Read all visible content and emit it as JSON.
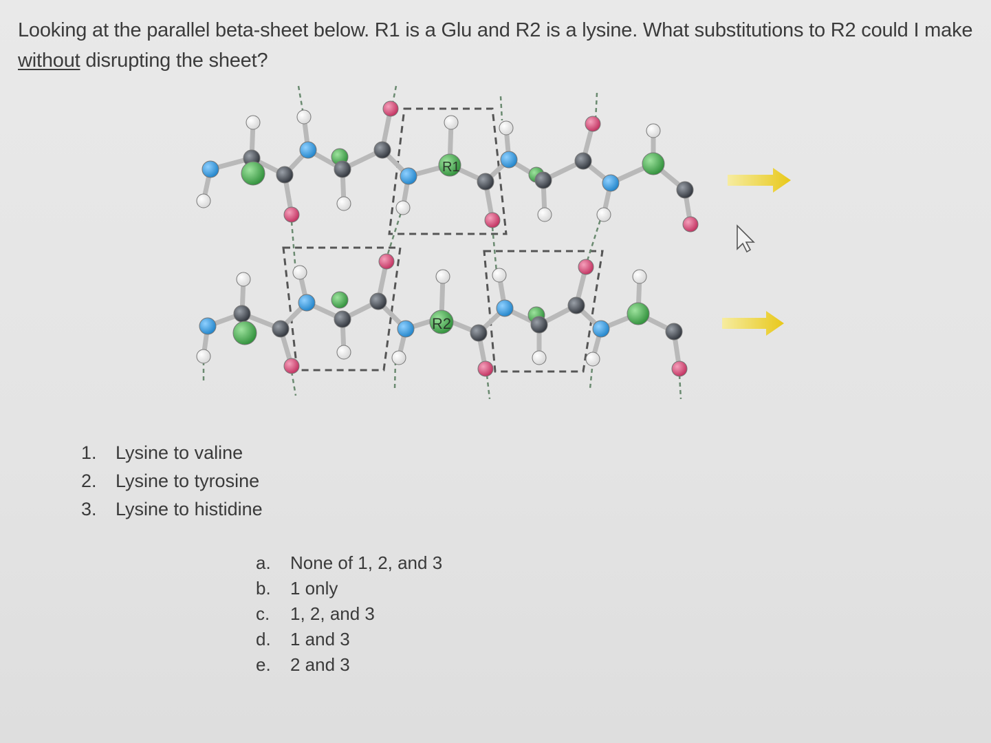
{
  "question": {
    "part1": "Looking at the parallel beta-sheet below.  R1 is a Glu and R2 is a lysine.  What substitutions to R2 could I make ",
    "emphasis": "without",
    "part2": " disrupting the sheet?"
  },
  "figure": {
    "type": "parallel beta-sheet ball-and-stick diagram",
    "labels": {
      "r1": "R1",
      "r2": "R2"
    },
    "colors": {
      "nitrogen": "#3a9ee0",
      "carbon": "#4a4f58",
      "side_chain": "#4fae4f",
      "oxygen": "#d94f7a",
      "hydrogen": "#f4f4f4",
      "arrow": "#e8c81a",
      "dashes": "#555555"
    },
    "strand_direction_icons": [
      "arrow-right-icon",
      "arrow-right-icon"
    ]
  },
  "options": [
    {
      "num": "1.",
      "text": "Lysine to valine"
    },
    {
      "num": "2.",
      "text": "Lysine to tyrosine"
    },
    {
      "num": "3.",
      "text": "Lysine to histidine"
    }
  ],
  "answers": [
    {
      "letter": "a.",
      "text": "None of 1, 2, and 3"
    },
    {
      "letter": "b.",
      "text": "1 only"
    },
    {
      "letter": "c.",
      "text": "1, 2, and 3"
    },
    {
      "letter": "d.",
      "text": "1 and 3"
    },
    {
      "letter": "e.",
      "text": "2 and 3"
    }
  ]
}
